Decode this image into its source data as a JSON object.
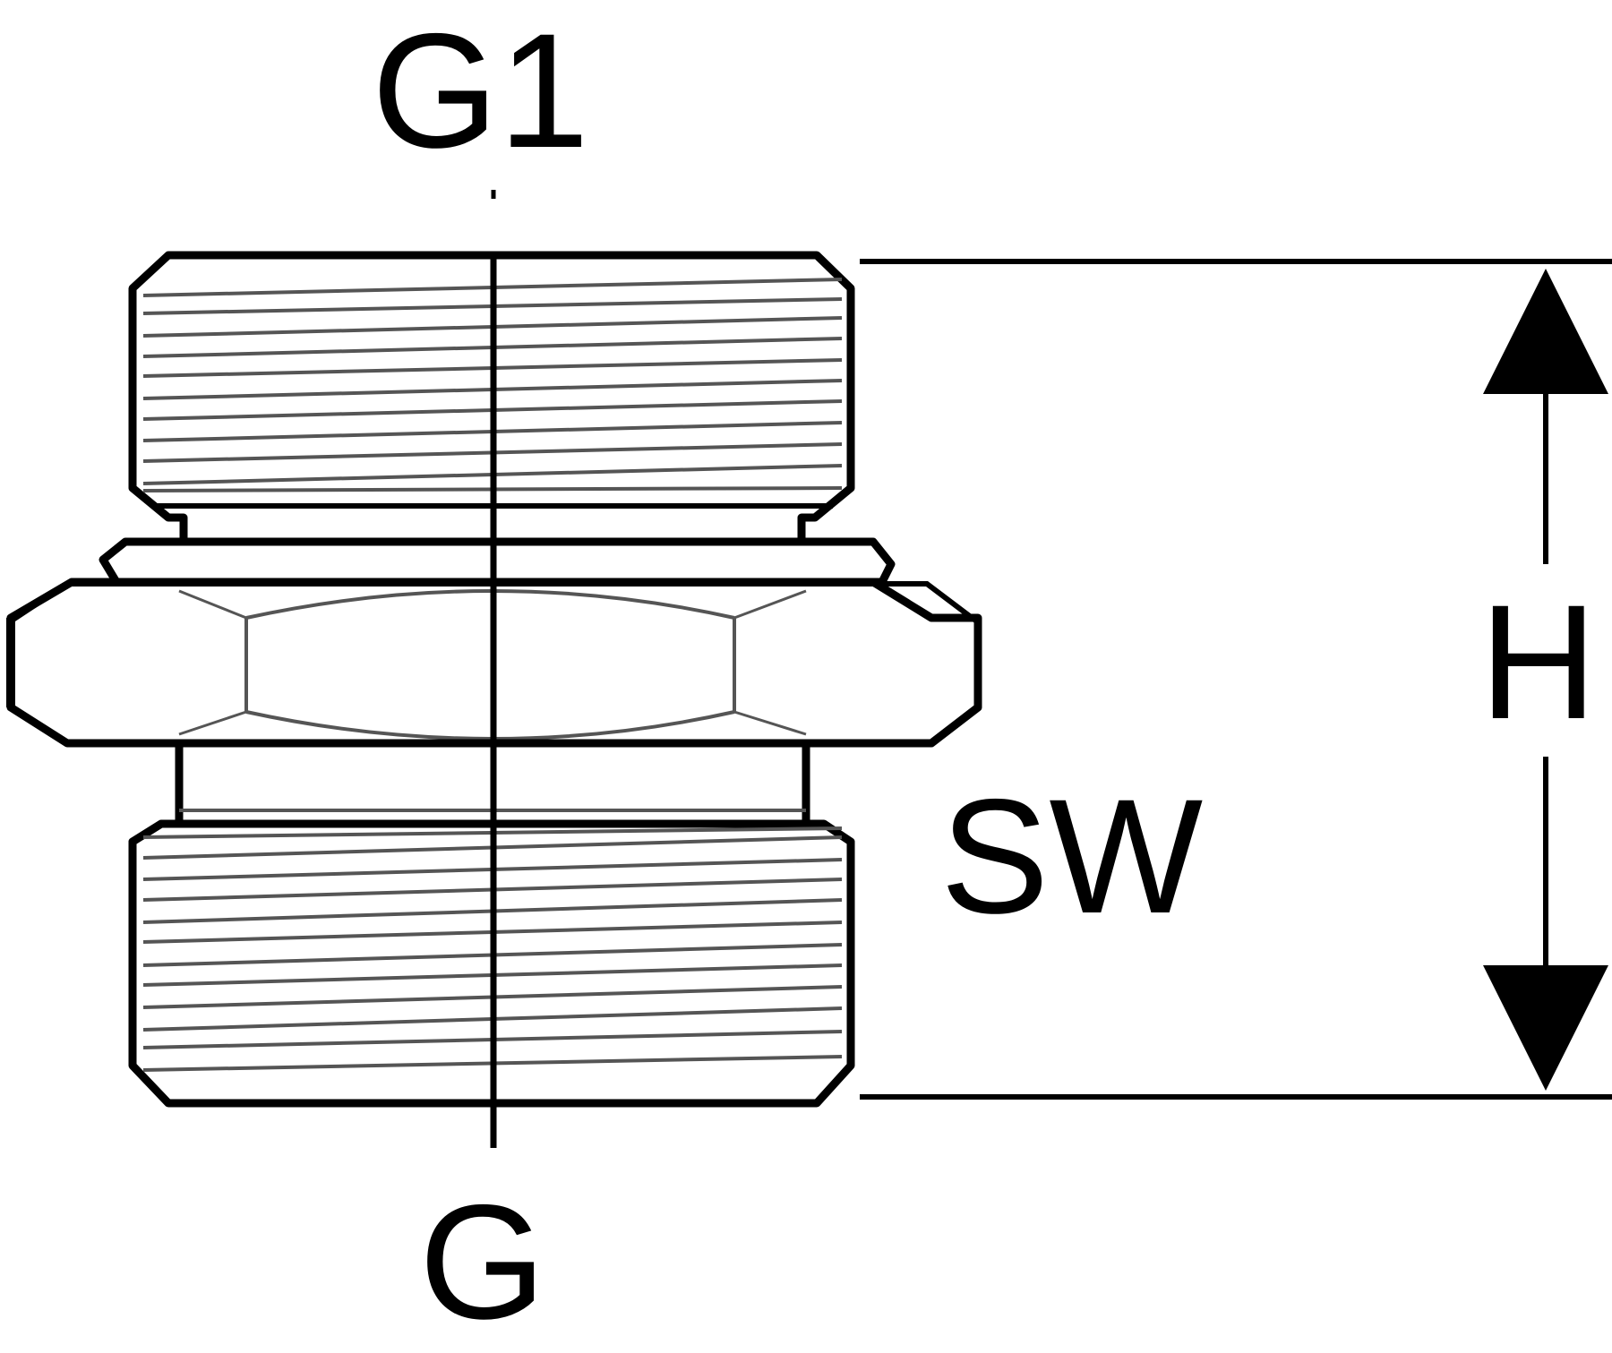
{
  "labels": {
    "top_thread": "G1",
    "bottom_thread": "G",
    "wrench_size": "SW",
    "height": "H"
  },
  "colors": {
    "stroke": "#000000",
    "thread_line": "#444444",
    "background": "#ffffff"
  }
}
